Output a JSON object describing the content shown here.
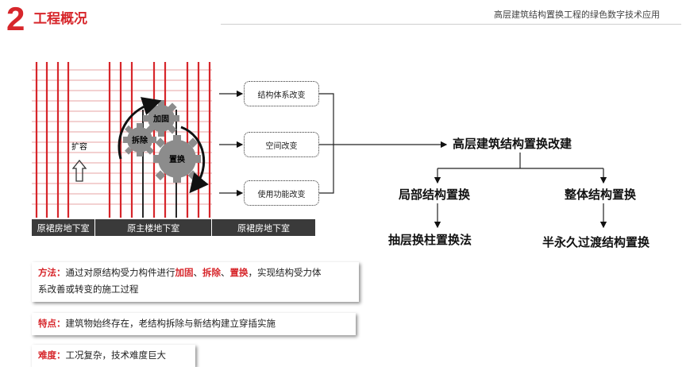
{
  "header": {
    "section_number": "2",
    "section_title": "工程概况",
    "top_right_title": "高层建筑结构置换工程的绿色数字技术应用"
  },
  "building": {
    "gears": [
      "加固",
      "拆除",
      "置换"
    ],
    "expand_label": "扩容",
    "bottom_labels": [
      "原裙房地下室",
      "原主楼地下室",
      "原裙房地下室"
    ]
  },
  "changes": [
    "结构体系改变",
    "空间改变",
    "使用功能改变"
  ],
  "main_topic": "高层建筑结构置换改建",
  "branches": [
    {
      "label": "局部结构置换",
      "method": "抽层换柱置换法"
    },
    {
      "label": "整体结构置换",
      "method": "半永久过渡结构置换"
    }
  ],
  "notes": {
    "method": {
      "key": "方法：",
      "text_1": "通过对原结构受力构件进行",
      "hl_1": "加固",
      "sep_1": "、",
      "hl_2": "拆除",
      "sep_2": "、",
      "hl_3": "置换",
      "text_2": "，实现结构受力体",
      "text_3": "系改善或转变的施工过程"
    },
    "feature": {
      "key": "特点：",
      "text": "建筑物始终存在，老结构拆除与新结构建立穿插实施"
    },
    "difficulty": {
      "key": "难度：",
      "text": "工况复杂，技术难度巨大"
    }
  },
  "colors": {
    "accent_red": "#d7262b",
    "dark_bar": "#3a3a3a",
    "gear_gray": "#8c8c8c"
  }
}
